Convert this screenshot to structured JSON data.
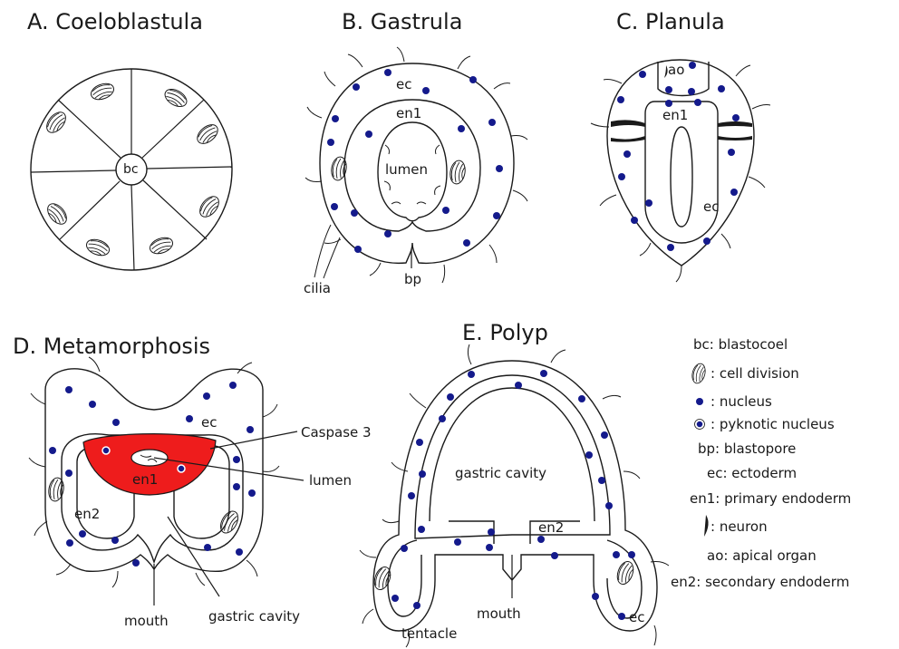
{
  "panels": {
    "a": {
      "title": "A. Coeloblastula",
      "bc": "bc"
    },
    "b": {
      "title": "B. Gastrula",
      "ec": "ec",
      "en1": "en1",
      "lumen": "lumen",
      "cilia": "cilia",
      "bp": "bp"
    },
    "c": {
      "title": "C. Planula",
      "ao": "ao",
      "en1": "en1",
      "ec": "ec"
    },
    "d": {
      "title": "D. Metamorphosis",
      "ec": "ec",
      "en1": "en1",
      "en2": "en2",
      "caspase": "Caspase 3",
      "lumen": "lumen",
      "mouth": "mouth",
      "gastric": "gastric cavity"
    },
    "e": {
      "title": "E. Polyp",
      "gastric": "gastric cavity",
      "en2": "en2",
      "mouth": "mouth",
      "tentacle": "tentacle",
      "ec": "ec"
    }
  },
  "legend": {
    "bc": "bc: blastocoel",
    "cell_division": ": cell division",
    "nucleus": ": nucleus",
    "pyknotic": ": pyknotic nucleus",
    "bp": "bp: blastopore",
    "ec": "ec: ectoderm",
    "en1": "en1: primary endoderm",
    "neuron": ": neuron",
    "ao": "ao: apical organ",
    "en2": "en2: secondary endoderm"
  },
  "colors": {
    "nucleus": "#141a8c",
    "caspase": "#ee1c1c",
    "line": "#1a1a1a"
  }
}
